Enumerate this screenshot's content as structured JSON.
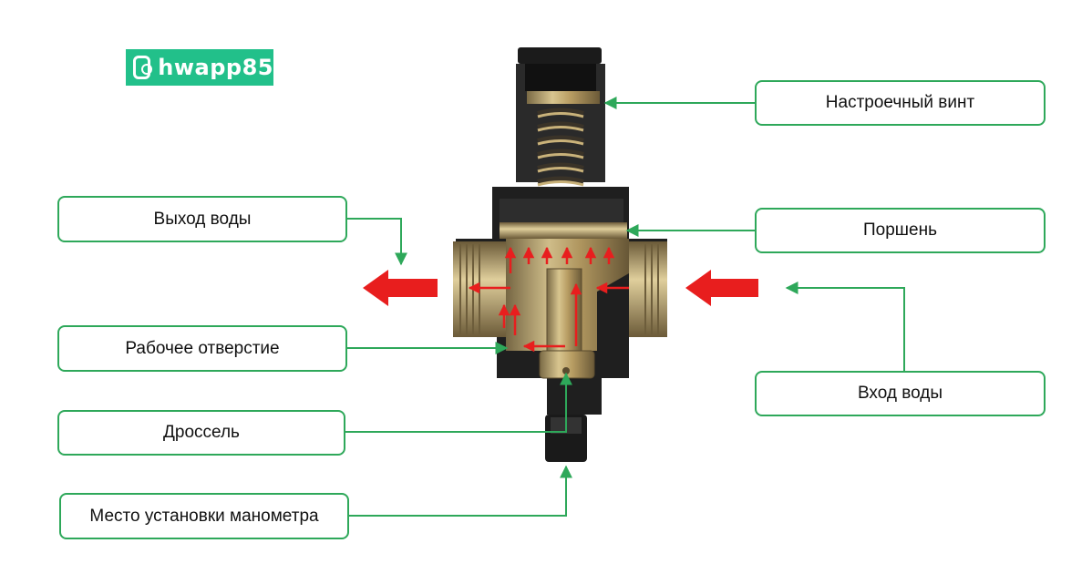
{
  "logo": {
    "text": "hwapp85"
  },
  "labels": {
    "adjusting_screw": "Настроечный винт",
    "water_outlet": "Выход воды",
    "piston": "Поршень",
    "working_hole": "Рабочее отверстие",
    "water_inlet": "Вход воды",
    "throttle": "Дроссель",
    "gauge_port": "Место установки манометра"
  },
  "colors": {
    "callout_line": "#2ea85a",
    "flow_arrow": "#e81e1e",
    "brass": "#b89a5c"
  }
}
